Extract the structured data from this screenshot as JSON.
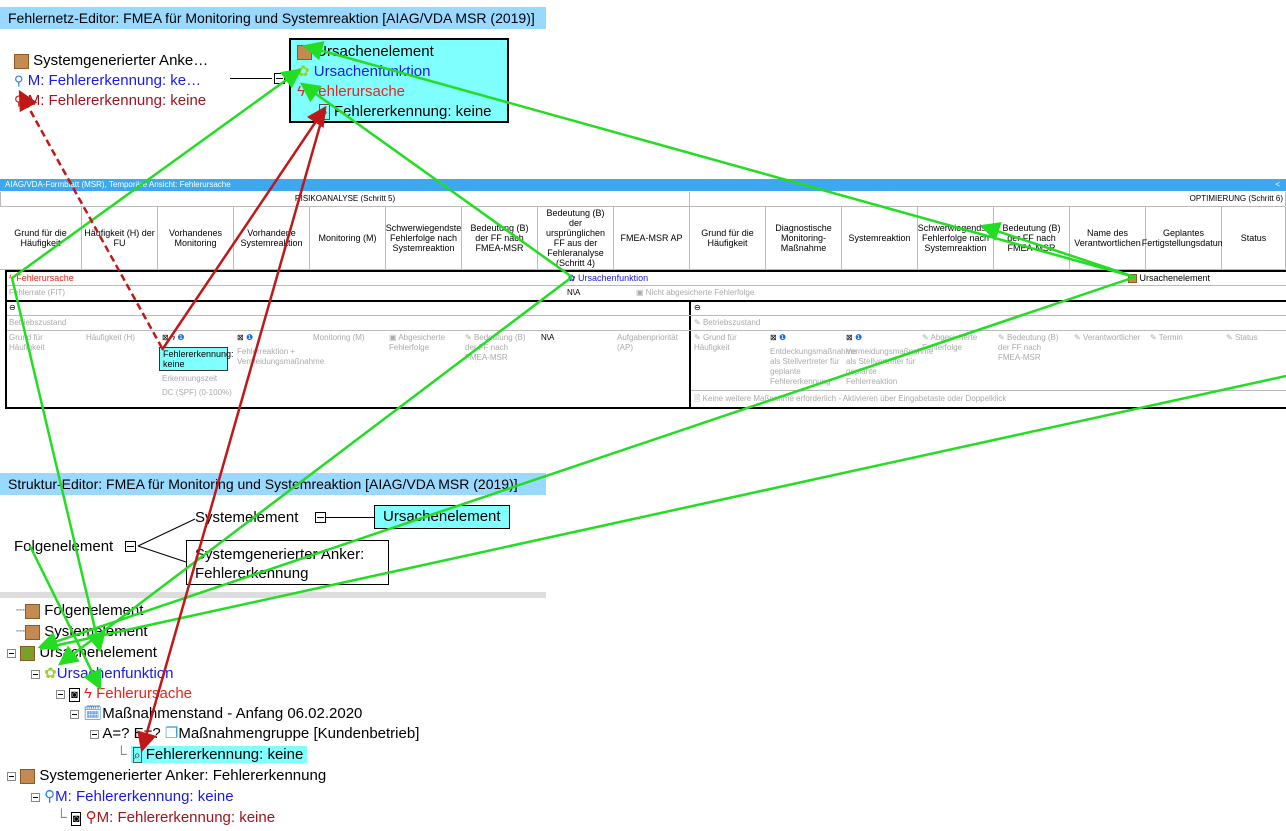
{
  "netz": {
    "title": "Fehlernetz-Editor: FMEA für Monitoring und Systemreaktion [AIAG/VDA MSR (2019)]",
    "left_items": [
      "Systemgenerierter Anke…",
      "M: Fehlererkennung: ke…",
      "M: Fehlererkennung: keine"
    ],
    "focus_items": [
      "Ursachenelement",
      "Ursachenfunktion",
      "Fehlerursache",
      "Fehlererkennung: keine"
    ]
  },
  "form": {
    "title": "AIAG/VDA-Formblatt (MSR), Temporäre Ansicht: Fehlerursache",
    "section_risk": "RISIKOANALYSE (Schritt 5)",
    "section_opt": "OPTIMIERUNG (Schritt 6)",
    "collapse": "<",
    "headers_left": [
      "Grund für die Häufigkeit",
      "Häufigkeit (H) der FU",
      "Vorhandenes Monitoring",
      "Vorhandene Systemreaktion",
      "Monitoring (M)",
      "Schwerwiegendste Fehlerfolge nach Systemreaktion",
      "Bedeutung (B) der FF nach FMEA-MSR",
      "Bedeutung (B) der ursprünglichen FF aus der Fehleranalyse (Schritt 4)",
      "FMEA-MSR AP"
    ],
    "headers_right": [
      "Grund für die Häufigkeit",
      "Diagnostische Monitoring-Maßnahme",
      "Systemreaktion",
      "Schwerwiegendste Fehlerfolge nach Systemreaktion",
      "Bedeutung (B) der FF nach FMEA-MSR",
      "Name des Verantwortlichen",
      "Geplantes Fertigstellungsdatum",
      "Status"
    ],
    "row_fehlerursache": "Fehlerursache",
    "row_ursachenfunktion": "Ursachenfunktion",
    "row_ursachenelement": "Ursachenelement",
    "fehlerrate": "Fehlerrate (FIT)",
    "na": "N\\A",
    "nicht_abgesichert": "Nicht abgesicherte Fehlerfolge",
    "betriebszustand": "Betriebszustand",
    "cells_left": [
      "Grund für Häufigkeit",
      "Häufigkeit (H)",
      "Fehlererkennung: keine",
      "Erkennungszeit",
      "DC (SPF) (0-100%)",
      "Fehlerreaktion + Vermeidungsmaßnahme",
      "Monitoring (M)",
      "Abgesicherte Fehlerfolge",
      "Bedeutung (B) der FF nach FMEA-MSR",
      "N\\A",
      "Aufgabenpriorität (AP)"
    ],
    "cells_right": [
      "Grund für Häufigkeit",
      "Entdeckungsmaßnahme als Stellvertreter für geplante Fehlererkennung",
      "Vermeidungsmaßnahme als Stellvertreter für geplante Fehlerreaktion",
      "Abgesicherte Fehlerfolge",
      "Bedeutung (B) der FF nach FMEA-MSR",
      "Verantwortlicher",
      "Termin",
      "Status"
    ],
    "keine_weitere": "Keine weitere Maßnahme erforderlich - Aktivieren über Eingabetaste oder Doppelklick"
  },
  "struktur": {
    "title": "Struktur-Editor: FMEA für Monitoring und Systemreaktion [AIAG/VDA MSR (2019)]",
    "folgenelement": "Folgenelement",
    "systemelement": "Systemelement",
    "ursachenelement": "Ursachenelement",
    "anker": "Systemgenerierter Anker: Fehlererkennung"
  },
  "tree": {
    "items": [
      "Folgenelement",
      "Systemelement",
      "Ursachenelement",
      "Ursachenfunktion",
      "Fehlerursache",
      "Maßnahmenstand - Anfang 06.02.2020",
      "A=? E=?",
      "Maßnahmengruppe [Kundenbetrieb]",
      "Fehlererkennung: keine",
      "Systemgenerierter Anker: Fehlererkennung",
      "M: Fehlererkennung: keine",
      "M: Fehlererkennung: keine"
    ]
  },
  "colors": {
    "arrow_green": "#22dd22",
    "arrow_red": "#c01818",
    "highlight": "#80ffff",
    "titlebar": "#99d9ff"
  }
}
